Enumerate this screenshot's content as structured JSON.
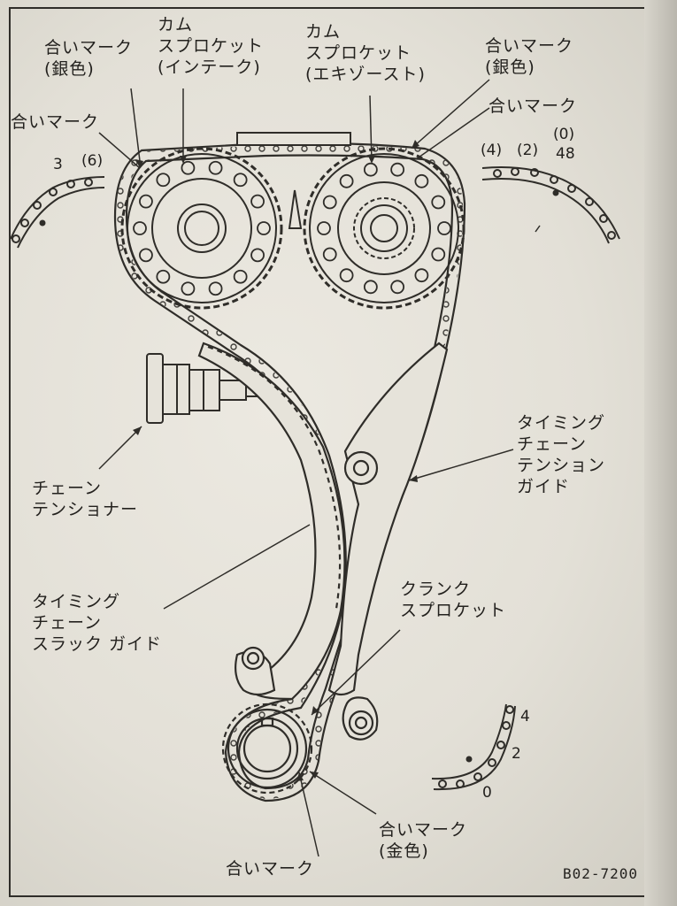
{
  "labels": {
    "mark_silver_left": "合いマーク\n(銀色)",
    "cam_intake": "カム\nスプロケット\n(インテーク)",
    "cam_exhaust": "カム\nスプロケット\n(エキゾースト)",
    "mark_silver_right": "合いマーク\n(銀色)",
    "mark_right": "合いマーク",
    "mark_left_partial": "合いマーク",
    "chain_tensioner": "チェーン\nテンショナー",
    "tension_guide": "タイミング\nチェーン\nテンション\nガイド",
    "slack_guide": "タイミング\nチェーン\nスラック ガイド",
    "crank_sprocket": "クランク\nスプロケット",
    "mark_gold": "合いマーク\n(金色)",
    "mark_bottom": "合いマーク"
  },
  "link_numbers": {
    "left_3": "3",
    "left_6": "(6)",
    "right_4": "(4)",
    "right_2": "(2)",
    "right_0": "(0)",
    "right_48": "48",
    "bottom_4": "4",
    "bottom_2": "2",
    "bottom_0": "0"
  },
  "figure_code": "B02-7200",
  "colors": {
    "ink": "#2f2d29",
    "paper": "#e6e3da"
  }
}
